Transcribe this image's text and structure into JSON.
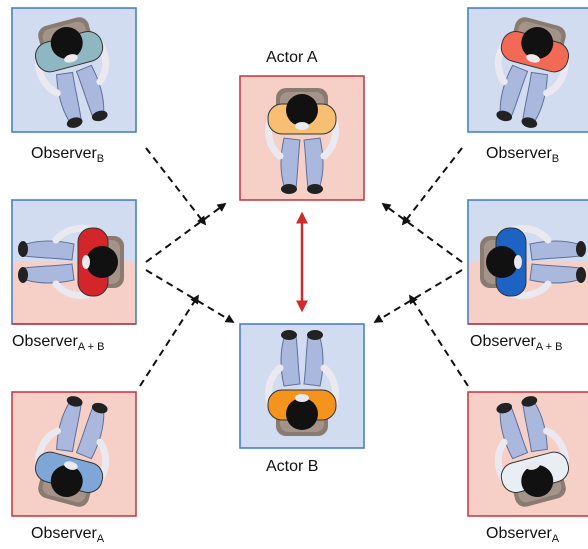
{
  "labels": {
    "actor_a": "Actor A",
    "actor_b": "Actor B",
    "observer": "Observer",
    "sub_a": "A",
    "sub_b": "B",
    "sub_ab": "A + B"
  },
  "colors": {
    "box_blue_fill": "#d2dcf1",
    "box_blue_border": "#3d79c7",
    "box_pink_fill": "#f6cfc7",
    "box_pink_border": "#c3333f",
    "arrow_dashed": "#111111",
    "arrow_red": "#d02a2a",
    "chair": "#8a7b70",
    "head": "#111111",
    "pants": "#a9b8dc",
    "skin": "#e9e9ef"
  },
  "people": [
    {
      "id": "observer-top-left",
      "role": "Observer",
      "subscript": "B",
      "shirt": "#8fb7c2",
      "box": "blue"
    },
    {
      "id": "observer-top-right",
      "role": "Observer",
      "subscript": "B",
      "shirt": "#f26a55",
      "box": "blue"
    },
    {
      "id": "observer-mid-left",
      "role": "Observer",
      "subscript": "A + B",
      "shirt": "#d3252a",
      "box": "split"
    },
    {
      "id": "observer-mid-right",
      "role": "Observer",
      "subscript": "A + B",
      "shirt": "#1d63c4",
      "box": "split"
    },
    {
      "id": "observer-bottom-left",
      "role": "Observer",
      "subscript": "A",
      "shirt": "#7ea7d8",
      "box": "pink"
    },
    {
      "id": "observer-bottom-right",
      "role": "Observer",
      "subscript": "A",
      "shirt": "#e8eef3",
      "box": "pink"
    },
    {
      "id": "actor-a",
      "role": "Actor A",
      "shirt": "#f6bf72",
      "box": "pink"
    },
    {
      "id": "actor-b",
      "role": "Actor B",
      "shirt": "#f5941c",
      "box": "blue"
    }
  ]
}
